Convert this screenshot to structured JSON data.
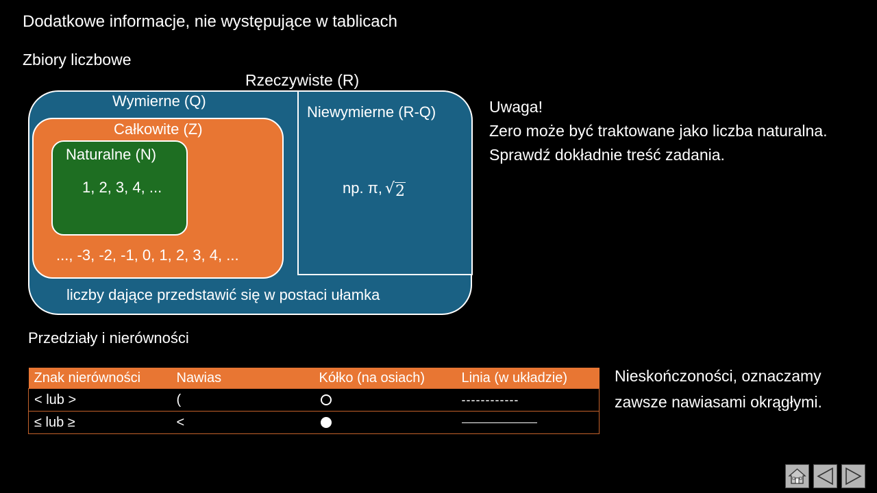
{
  "page": {
    "title": "Dodatkowe informacje, nie występujące w tablicach"
  },
  "sets": {
    "heading": "Zbiory liczbowe",
    "real_label": "Rzeczywiste (R)",
    "rational_label": "Wymierne (Q)",
    "integer_label": "Całkowite (Z)",
    "natural_label": "Naturalne (N)",
    "natural_examples": "1, 2, 3, 4, ...",
    "integer_examples": "..., -3, -2, -1, 0, 1, 2, 3, 4, ...",
    "rational_description": "liczby dające przedstawić się w postaci ułamka",
    "irrational_label": "Niewymierne (R-Q)",
    "irrational_example_prefix": "np. π,",
    "irrational_example_radicand": "2",
    "colors": {
      "real": "#1a6184",
      "integer": "#e87633",
      "natural": "#1e6e22"
    }
  },
  "note": {
    "heading": "Uwaga!",
    "text": "Zero może być traktowane jako liczba naturalna. Sprawdź dokładnie treść zadania."
  },
  "intervals": {
    "heading": "Przedziały i nierówności",
    "columns": [
      "Znak nierówności",
      "Nawias",
      "Kółko (na osiach)",
      "Linia (w układzie)"
    ],
    "rows": [
      {
        "sign": "< lub >",
        "bracket": "(",
        "circle": "open-circle",
        "line_icon": "dashed-line",
        "line_text": "------------"
      },
      {
        "sign": "≤ lub ≥",
        "bracket": "<",
        "circle": "filled-circle",
        "line_icon": "solid-line",
        "line_text": ""
      }
    ],
    "infinity_note": "Nieskończoności, oznaczamy zawsze nawiasami okrągłymi."
  },
  "navigation": {
    "home_icon": "home-icon",
    "prev_icon": "triangle-left-icon",
    "next_icon": "triangle-right-icon"
  }
}
